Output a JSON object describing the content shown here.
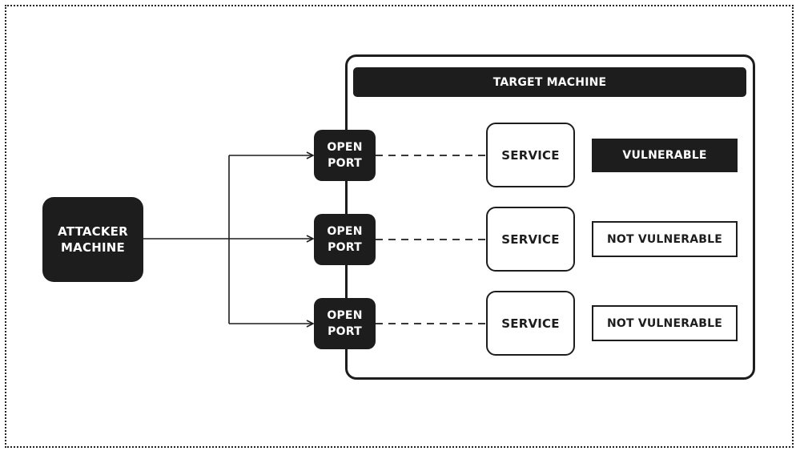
{
  "diagram": {
    "attacker": {
      "label": "ATTACKER\nMACHINE"
    },
    "target": {
      "title": "TARGET MACHINE"
    },
    "rows": [
      {
        "port": "OPEN\nPORT",
        "service": "SERVICE",
        "status": "VULNERABLE",
        "vulnerable": true
      },
      {
        "port": "OPEN\nPORT",
        "service": "SERVICE",
        "status": "NOT VULNERABLE",
        "vulnerable": false
      },
      {
        "port": "OPEN\nPORT",
        "service": "SERVICE",
        "status": "NOT VULNERABLE",
        "vulnerable": false
      }
    ]
  },
  "colors": {
    "dark": "#1d1d1d",
    "light": "#ffffff"
  }
}
